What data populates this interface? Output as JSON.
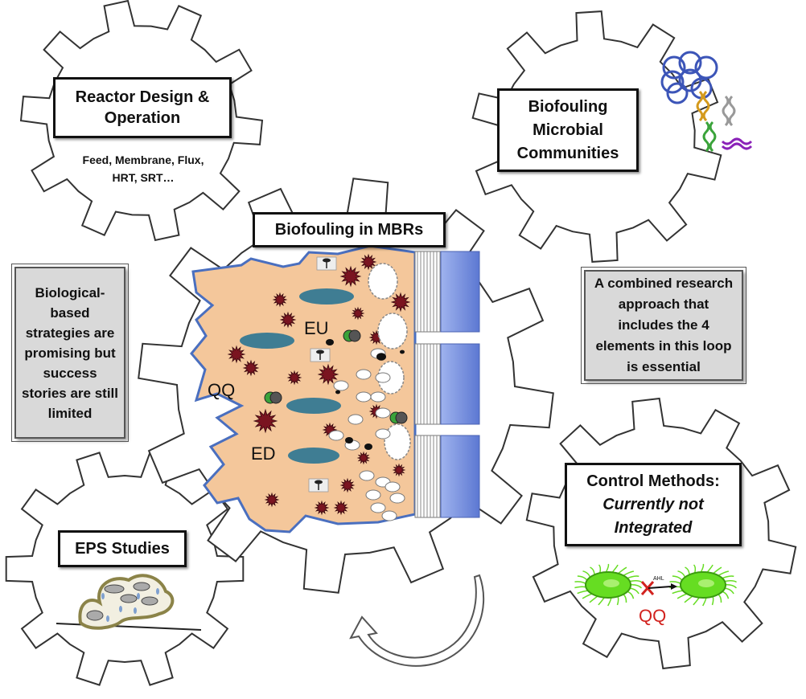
{
  "gears": {
    "reactor": {
      "title": "Reactor Design & Operation",
      "subtitle_line1": "Feed, Membrane, Flux,",
      "subtitle_line2": "HRT, SRT…"
    },
    "microbial": {
      "title_line1": "Biofouling",
      "title_line2": "Microbial",
      "title_line3": "Communities"
    },
    "center": {
      "title": "Biofouling in MBRs",
      "label_qq": "QQ",
      "label_eu": "EU",
      "label_ed": "ED"
    },
    "eps": {
      "title": "EPS Studies"
    },
    "control": {
      "title_line1": "Control Methods:",
      "title_line2": "Currently not",
      "title_line3": "Integrated",
      "qq_label": "QQ",
      "ahl_label": "AHL"
    }
  },
  "notes": {
    "left": "Biological-based strategies are promising but success stories are still limited",
    "right": "A combined research approach that includes the 4 elements in this loop is essential"
  },
  "colors": {
    "gear_stroke": "#333333",
    "biofilm_fill": "#f4c79b",
    "biofilm_stroke": "#4a6fbf",
    "membrane_blue": "#6b86d8",
    "bacteria_red": "#7a1420",
    "floc_teal": "#3f7d93",
    "qq_red": "#d2231f",
    "green_cell": "#66dd22"
  }
}
